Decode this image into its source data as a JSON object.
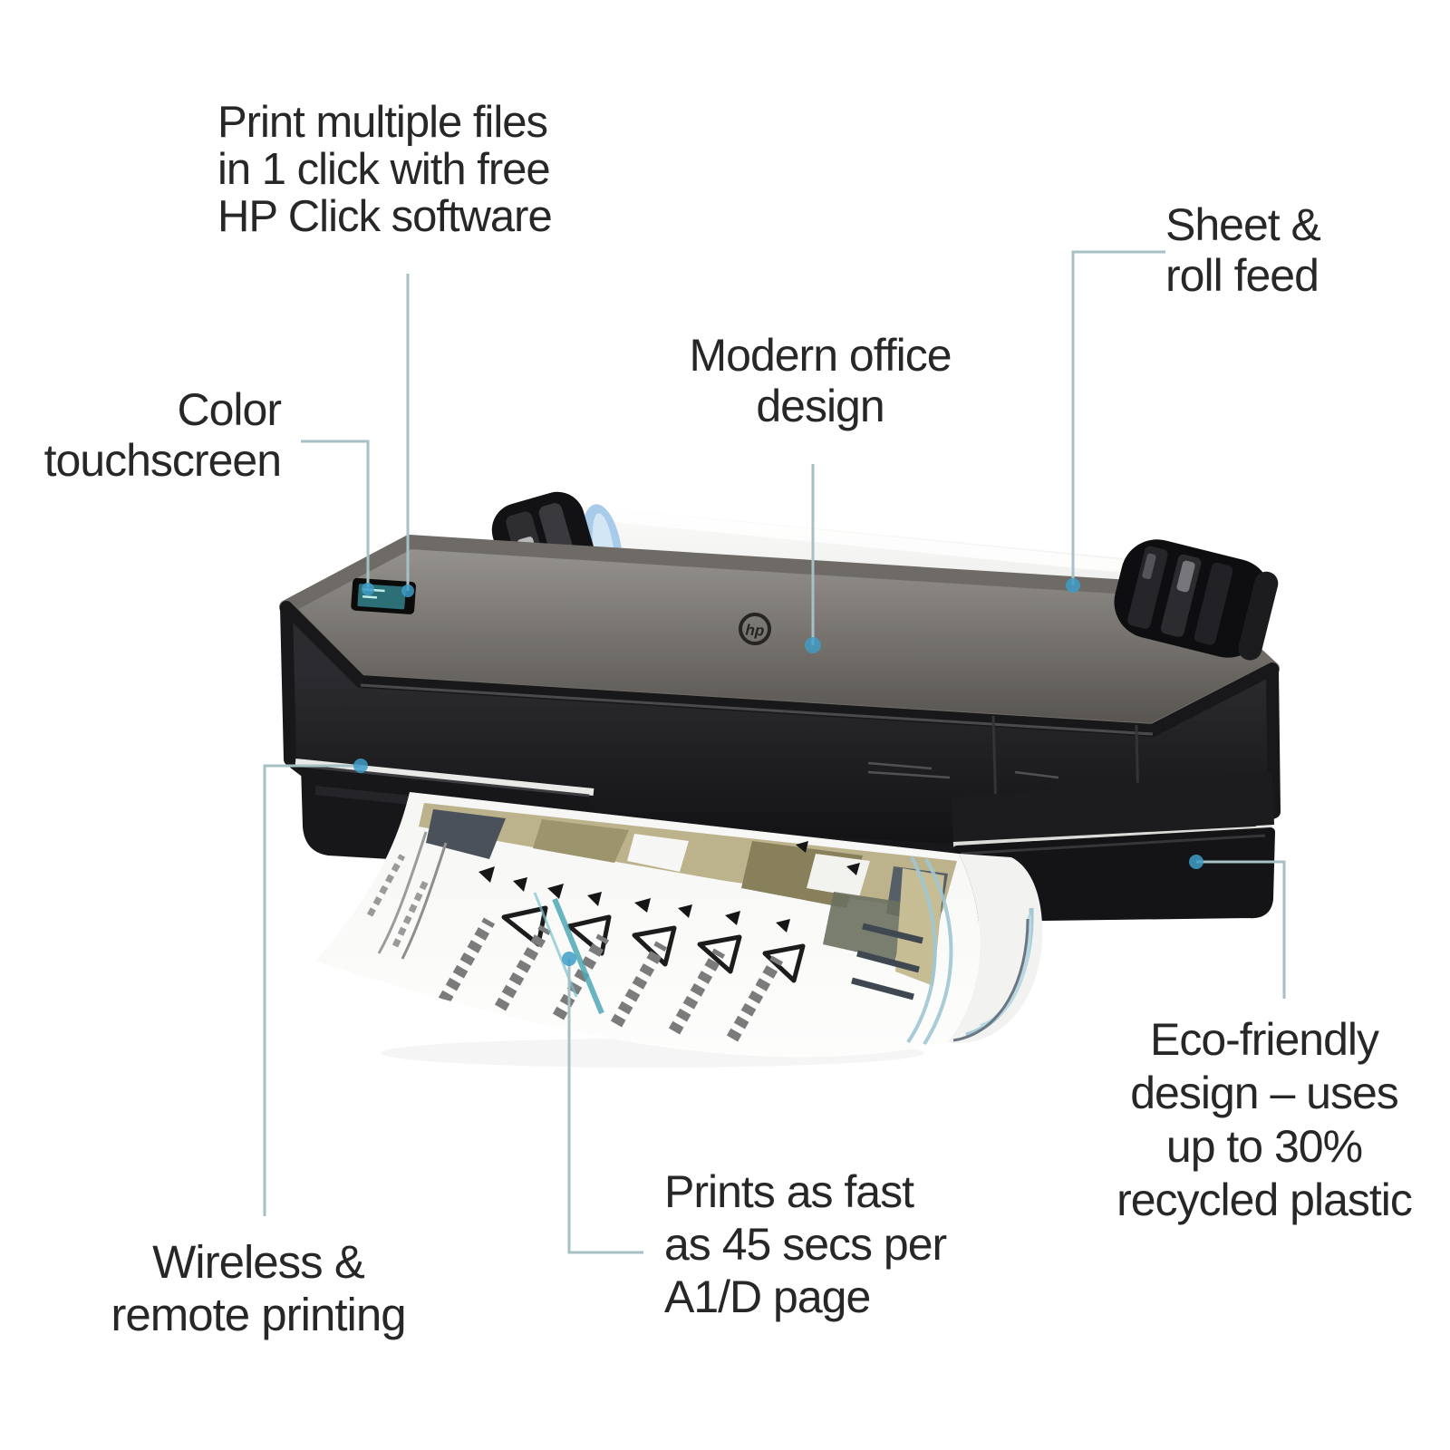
{
  "product": {
    "logo_text": "hp"
  },
  "callouts": {
    "hp_click": {
      "lines": [
        "Print multiple files",
        "in 1 click with free",
        "HP Click software"
      ]
    },
    "sheet_roll": {
      "lines": [
        "Sheet &",
        "roll feed"
      ]
    },
    "color_touchscreen": {
      "lines": [
        "Color",
        "touchscreen"
      ]
    },
    "modern_office": {
      "lines": [
        "Modern office",
        "design"
      ]
    },
    "wireless": {
      "lines": [
        "Wireless &",
        "remote printing"
      ]
    },
    "prints_fast": {
      "lines": [
        "Prints as fast",
        "as 45 secs per",
        "A1/D page"
      ]
    },
    "eco": {
      "lines": [
        "Eco-friendly",
        "design – uses",
        "up to 30%",
        "recycled plastic"
      ]
    }
  },
  "colors": {
    "callout_line": "#a7c0c5",
    "callout_dot": "#3e9cc8",
    "label_text": "#272727",
    "printer_top": "#8a8782",
    "printer_front": "#1b1b1e",
    "roll_white": "#f4f4f2",
    "spindle_blue": "#a8cbe9",
    "screen_teal": "#2d6f76",
    "map_tan": "#b5aa80",
    "map_teal": "#4da8b6"
  }
}
